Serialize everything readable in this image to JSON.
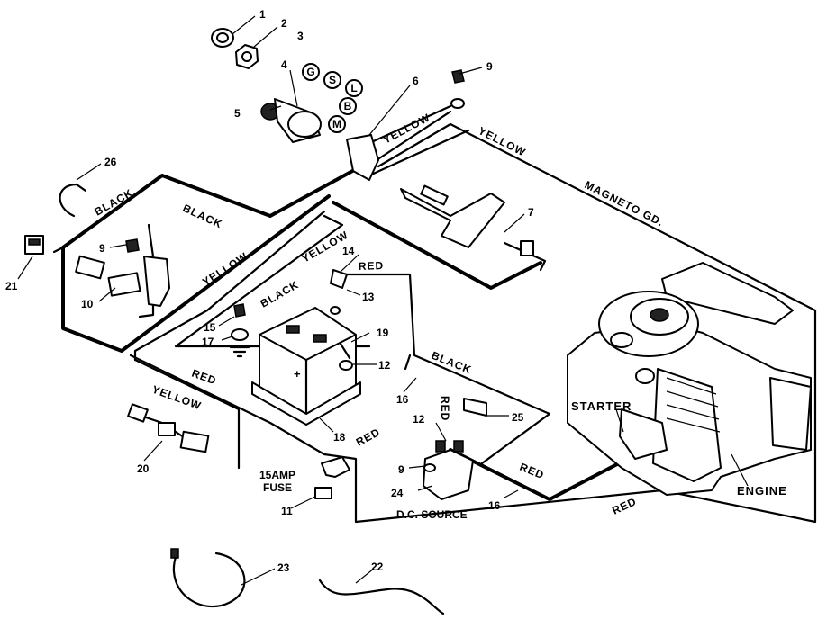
{
  "part_numbers": {
    "p1": "1",
    "p2": "2",
    "p3": "3",
    "p4": "4",
    "p5": "5",
    "p6": "6",
    "p7": "7",
    "p9a": "9",
    "p9b": "9",
    "p9c": "9",
    "p10": "10",
    "p11": "11",
    "p12a": "12",
    "p12b": "12",
    "p13": "13",
    "p14": "14",
    "p15": "15",
    "p16a": "16",
    "p16b": "16",
    "p17": "17",
    "p18": "18",
    "p19": "19",
    "p20": "20",
    "p21": "21",
    "p22": "22",
    "p23": "23",
    "p24": "24",
    "p25": "25",
    "p26": "26"
  },
  "switch_terminals": [
    "G",
    "S",
    "L",
    "B",
    "M"
  ],
  "wire_labels": {
    "yellow_top": "YELLOW",
    "yellow_right": "YELLOW",
    "magneto": "MAGNETO GD.",
    "black_left": "BLACK",
    "black_mid": "BLACK",
    "yellow_mid": "YELLOW",
    "yellow_center": "YELLOW",
    "red_top": "RED",
    "black_battery": "BLACK",
    "black_right": "BLACK",
    "red_left": "RED",
    "yellow_left": "YELLOW",
    "red_vertical": "RED",
    "red_solenoid": "RED",
    "red_bottom": "RED",
    "red_lower": "RED"
  },
  "component_labels": {
    "starter": "STARTER",
    "engine": "ENGINE",
    "fuse_line1": "15AMP",
    "fuse_line2": "FUSE",
    "dc_source": "D.C. SOURCE",
    "battery_plus": "+"
  }
}
